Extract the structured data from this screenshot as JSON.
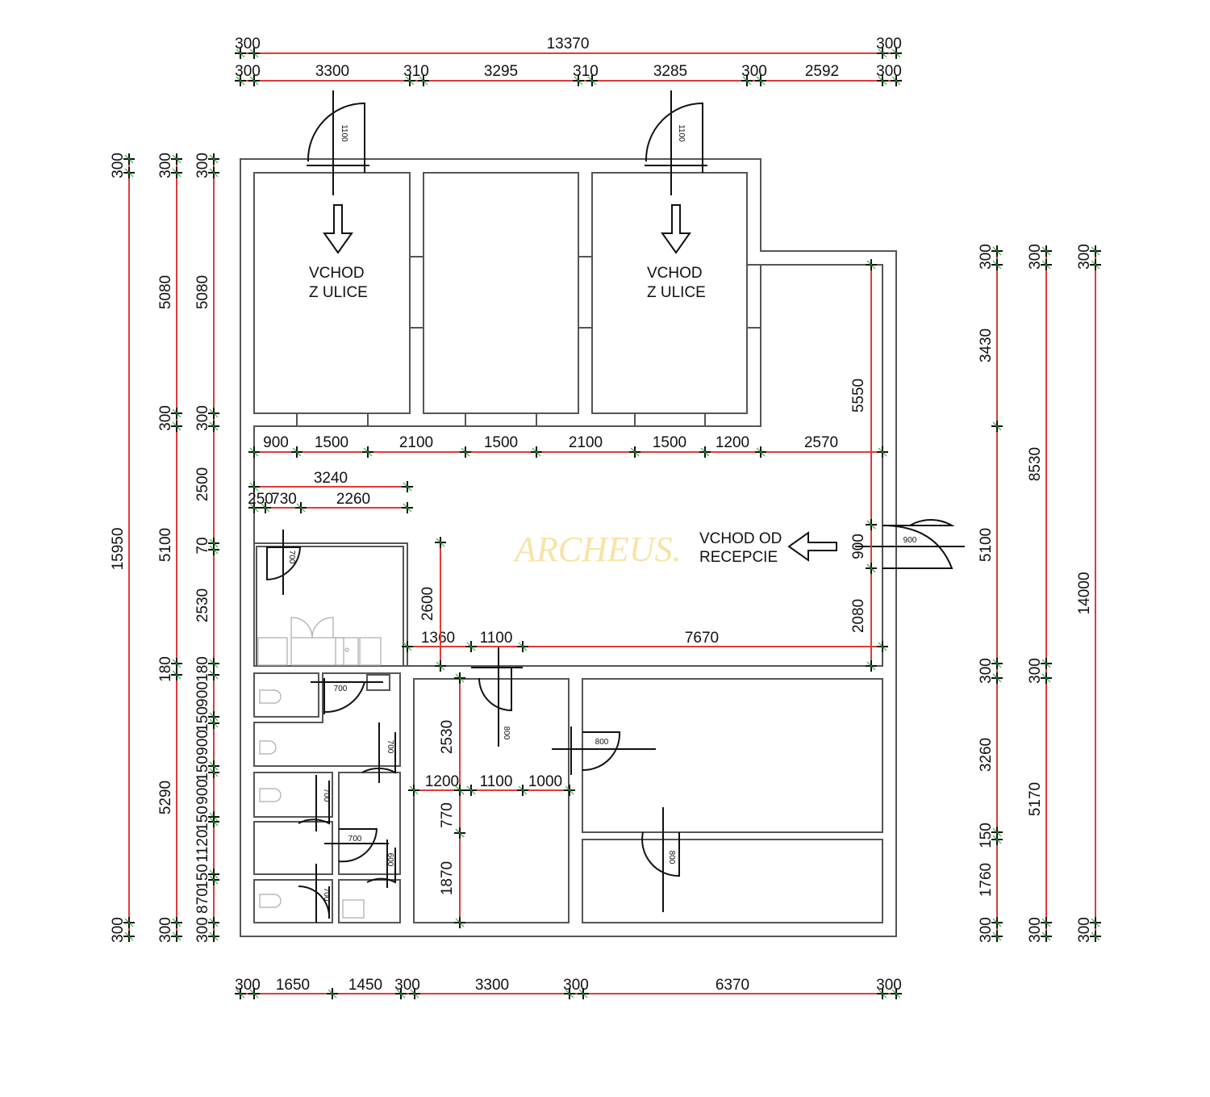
{
  "labels": {
    "entrance_left": [
      "VCHOD",
      "Z ULICE"
    ],
    "entrance_right": [
      "VCHOD",
      "Z ULICE"
    ],
    "reception": [
      "VCHOD OD",
      "RECEPCIE"
    ],
    "watermark": "ARCHEUS."
  },
  "dimensions": {
    "top_overall": [
      "300",
      "13370",
      "300"
    ],
    "top_segments": [
      "300",
      "3300",
      "310",
      "3295",
      "310",
      "3285",
      "300",
      "2592",
      "300"
    ],
    "interior_row": [
      "900",
      "1500",
      "2100",
      "1500",
      "2100",
      "1500",
      "1200",
      "2570"
    ],
    "kitchen_total": "3240",
    "kitchen_segments": [
      "250",
      "730",
      "2260"
    ],
    "corridor_row": [
      "1360",
      "1100",
      "7670"
    ],
    "lower_row": [
      "1200",
      "1100",
      "1000"
    ],
    "bottom_segments": [
      "300",
      "1650",
      "1450",
      "300",
      "3300",
      "300",
      "6370",
      "300"
    ],
    "left_outer": [
      "300",
      "15950",
      "300"
    ],
    "left_mid": [
      "300",
      "5080",
      "300",
      "5100",
      "180",
      "5290",
      "300"
    ],
    "left_inner": [
      "300",
      "5080",
      "300",
      "2500",
      "70",
      "2530",
      "180",
      "900",
      "150",
      "900",
      "150",
      "900",
      "150",
      "1120",
      "150",
      "870",
      "300"
    ],
    "right_inner": [
      "300",
      "3430",
      "5100",
      "300",
      "3260",
      "150",
      "1760",
      "300"
    ],
    "right_mid": [
      "300",
      "8530",
      "300",
      "5170",
      "300"
    ],
    "right_outer": [
      "300",
      "14000",
      "300"
    ],
    "vertical_interior": [
      "5550",
      "900",
      "2080",
      "2600",
      "2530",
      "770",
      "1870"
    ]
  },
  "doors": [
    "1100",
    "1100",
    "900",
    "700",
    "700",
    "700",
    "700",
    "700",
    "600",
    "700",
    "800",
    "800",
    "800"
  ],
  "colors": {
    "dimension_line": "#e03a3a",
    "tick": "#2bb52b",
    "wall": "#555555",
    "watermark": "#f8e3a6"
  }
}
